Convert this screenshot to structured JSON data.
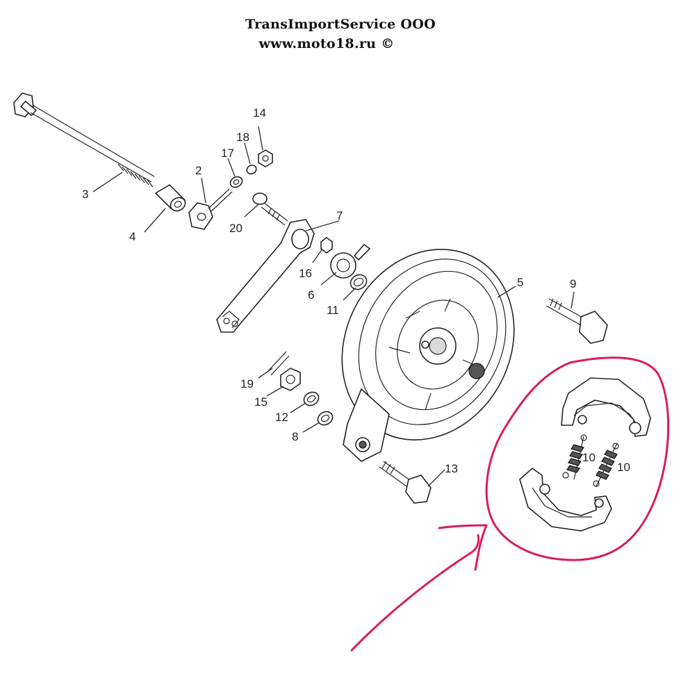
{
  "header": {
    "line1": "TransImportService OOO",
    "line2": "www.moto18.ru ©"
  },
  "callouts": {
    "c2": "2",
    "c3": "3",
    "c4": "4",
    "c5": "5",
    "c6": "6",
    "c7": "7",
    "c8": "8",
    "c9": "9",
    "c10a": "10",
    "c10b": "10",
    "c11": "11",
    "c12": "12",
    "c13": "13",
    "c14": "14",
    "c15": "15",
    "c16": "16",
    "c17": "17",
    "c18": "18",
    "c19": "19",
    "c20": "20"
  },
  "colors": {
    "line_art": "#222222",
    "highlight_marker": "#d81b60",
    "background": "#ffffff"
  }
}
